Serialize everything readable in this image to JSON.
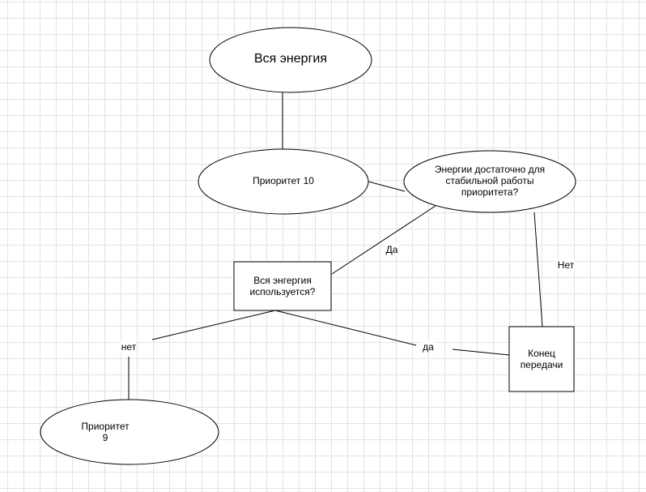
{
  "nodes": {
    "all_energy": "Вся энергия",
    "priority_10": "Приоритет 10",
    "energy_check": "Энергии достаточно для\nстабильной работы\nприоритета?",
    "energy_used": "Вся энгергия\nиспользуется?",
    "end_transfer": "Конец\nпередачи",
    "priority_9": "Приоритет\n9"
  },
  "edges": {
    "yes_1": "Да",
    "no_1": "Нет",
    "no_2": "нет",
    "yes_2": "да"
  }
}
